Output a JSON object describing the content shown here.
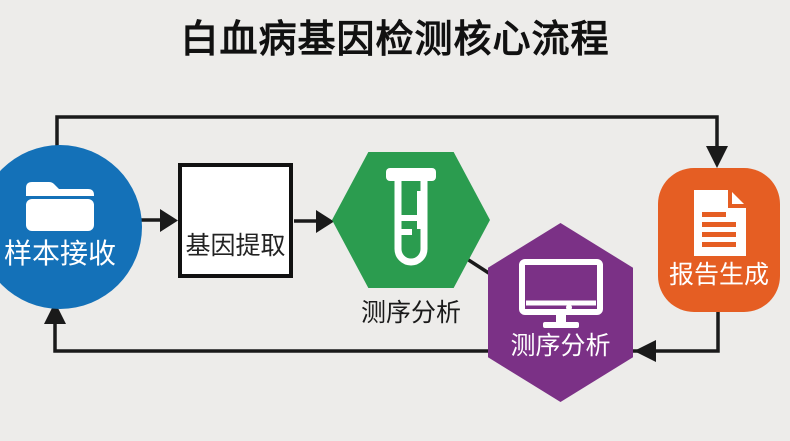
{
  "title": "白血病基因检测核心流程",
  "nodes": {
    "sample": {
      "label": "样本接收",
      "shape": "circle",
      "color": "#1471b8",
      "icon": "folder-icon"
    },
    "extraction": {
      "label": "基因提取",
      "shape": "rectangle",
      "color": "#ffffff",
      "icon": "none"
    },
    "sequencing": {
      "label": "测序分析",
      "shape": "hexagon",
      "color": "#2b9c4f",
      "icon": "test-tube-icon",
      "label_position": "below"
    },
    "analysis": {
      "label": "测序分析",
      "shape": "hexagon",
      "color": "#7b3186",
      "icon": "monitor-icon",
      "label_position": "inside"
    },
    "report": {
      "label": "报告生成",
      "shape": "rounded-square",
      "color": "#e55e23",
      "icon": "document-icon",
      "label_position": "inside"
    }
  },
  "colors": {
    "background": "#edecea",
    "line": "#1a1a1a",
    "title_text": "#111111",
    "node_blue": "#1471b8",
    "node_green": "#2b9c4f",
    "node_purple": "#7b3186",
    "node_orange": "#e55e23",
    "box_border": "#111111",
    "box_fill": "#ffffff"
  },
  "flow": [
    "sample -> extraction",
    "extraction -> sequencing",
    "sequencing - analysis",
    "sample -> report (top route)",
    "report -> analysis (bottom route)",
    "report -> sample (bottom route)"
  ]
}
